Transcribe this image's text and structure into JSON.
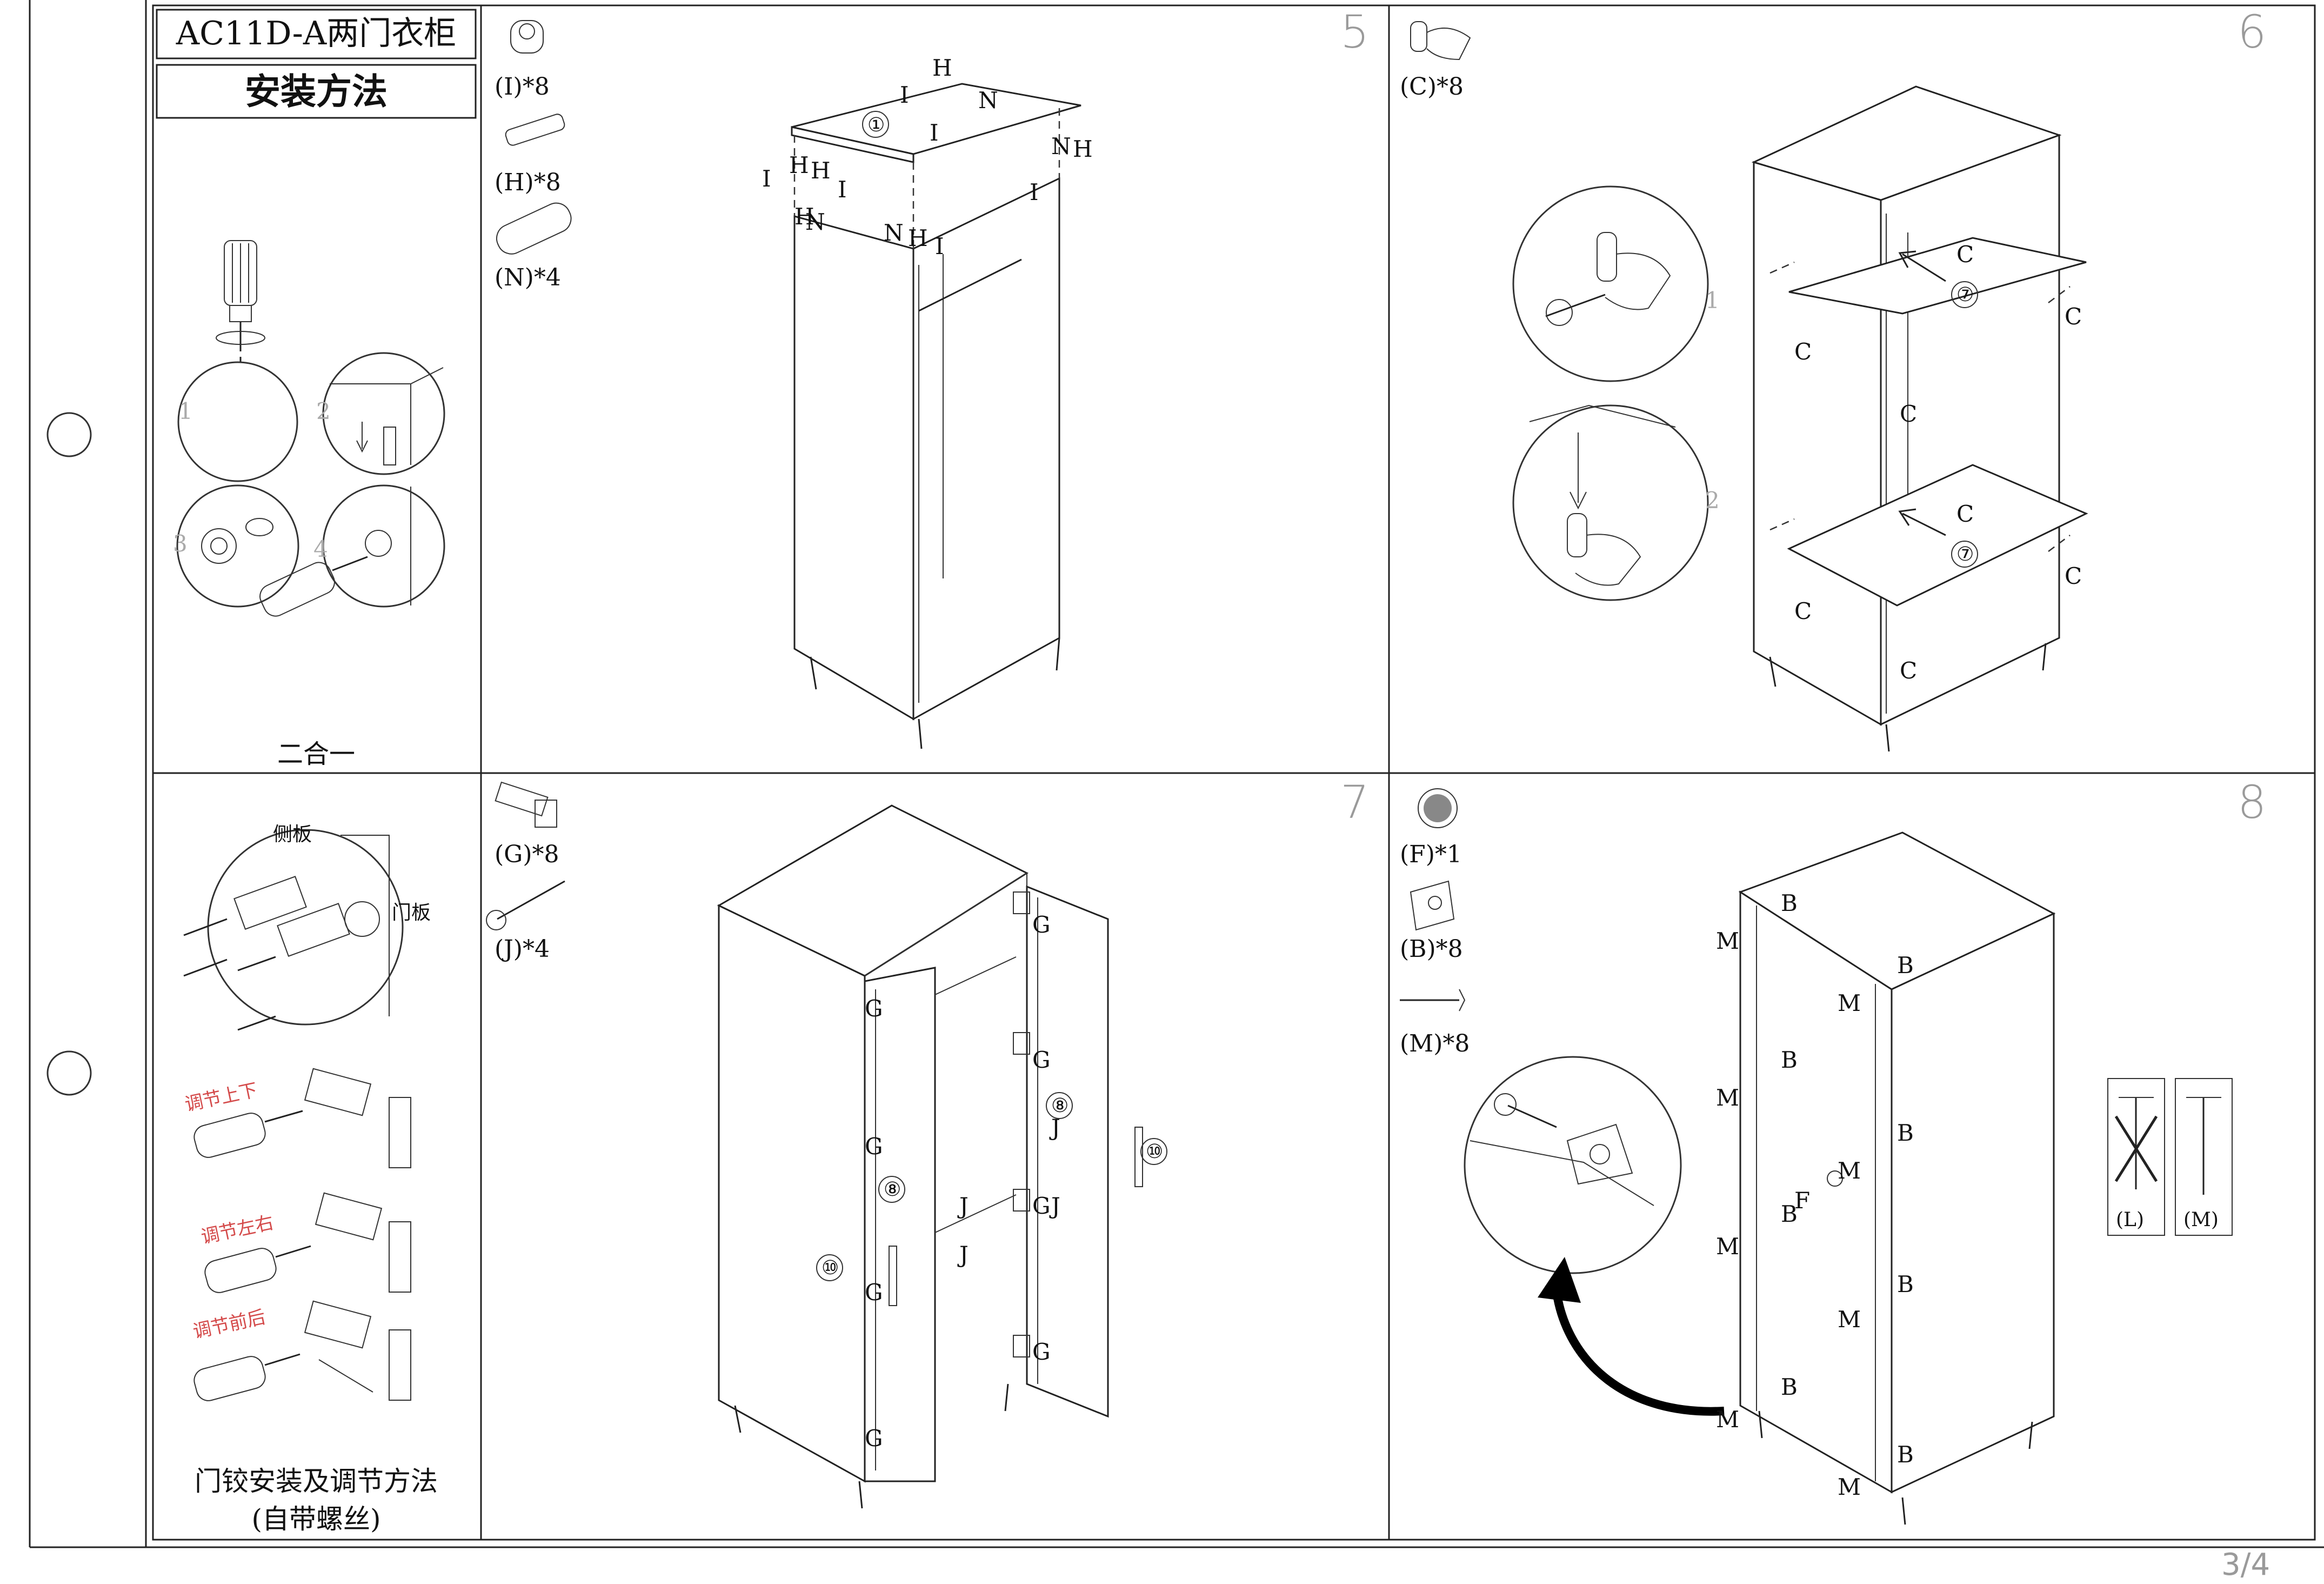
{
  "header": {
    "model_title": "AC11D-A两门衣柜",
    "method_title": "安装方法"
  },
  "page_number": "3/4",
  "sidebar": {
    "top_caption": "二合一",
    "bottom_caption_line1": "门铰安装及调节方法",
    "bottom_caption_line2": "(自带螺丝)",
    "hinge_labels": {
      "side_panel": "侧板",
      "door_panel": "门板",
      "adjust_updown": "调节上下",
      "adjust_leftright": "调节左右",
      "adjust_frontback": "调节前后"
    },
    "step_numbers": [
      "1",
      "2",
      "3",
      "4"
    ]
  },
  "steps": [
    {
      "number": "5",
      "parts": [
        "(I)*8",
        "(H)*8",
        "(N)*4"
      ],
      "callouts": [
        "①",
        "I",
        "H",
        "N"
      ]
    },
    {
      "number": "6",
      "parts": [
        "(C)*8"
      ],
      "callouts": [
        "⑦",
        "C"
      ],
      "detail_numbers": [
        "1",
        "2"
      ]
    },
    {
      "number": "7",
      "parts": [
        "(G)*8",
        "(J)*4"
      ],
      "callouts": [
        "⑧",
        "⑩",
        "G",
        "J"
      ]
    },
    {
      "number": "8",
      "parts": [
        "(F)*1",
        "(B)*8",
        "(M)*8"
      ],
      "callouts": [
        "B",
        "M",
        "F"
      ],
      "screw_compare": [
        "(L)",
        "(M)"
      ]
    }
  ],
  "colors": {
    "line": "#222222",
    "page_number": "#9a9a9a",
    "annotation_red": "#d44a4a"
  }
}
